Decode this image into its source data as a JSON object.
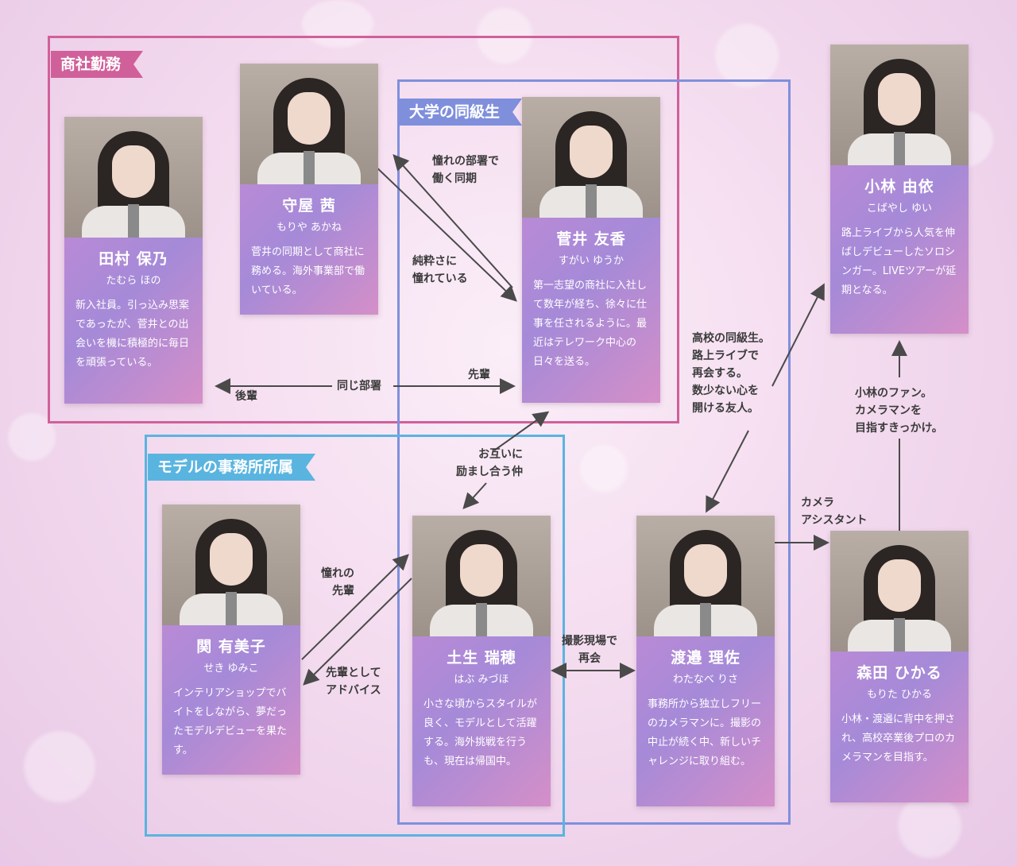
{
  "groups": {
    "shosha": {
      "label": "商社勤務",
      "color": "#d0609a"
    },
    "daigaku": {
      "label": "大学の同級生",
      "color": "#7f8fdc"
    },
    "model": {
      "label": "モデルの事務所所属",
      "color": "#5ab4e0"
    }
  },
  "people": {
    "tamura": {
      "name": "田村 保乃",
      "reading": "たむら ほの",
      "desc": "新入社員。引っ込み思案であったが、菅井との出会いを機に積極的に毎日を頑張っている。"
    },
    "moriya": {
      "name": "守屋 茜",
      "reading": "もりや あかね",
      "desc": "菅井の同期として商社に務める。海外事業部で働いている。"
    },
    "sugai": {
      "name": "菅井 友香",
      "reading": "すがい ゆうか",
      "desc": "第一志望の商社に入社して数年が経ち、徐々に仕事を任されるように。最近はテレワーク中心の日々を送る。"
    },
    "kobayashi": {
      "name": "小林 由依",
      "reading": "こばやし ゆい",
      "desc": "路上ライブから人気を伸ばしデビューしたソロシンガー。LIVEツアーが延期となる。"
    },
    "seki": {
      "name": "関 有美子",
      "reading": "せき ゆみこ",
      "desc": "インテリアショップでバイトをしながら、夢だったモデルデビューを果たす。"
    },
    "habu": {
      "name": "土生 瑞穂",
      "reading": "はぶ みづほ",
      "desc": "小さな頃からスタイルが良く、モデルとして活躍する。海外挑戦を行うも、現在は帰国中。"
    },
    "watanabe": {
      "name": "渡邉 理佐",
      "reading": "わたなべ りさ",
      "desc": "事務所から独立しフリーのカメラマンに。撮影の中止が続く中、新しいチャレンジに取り組む。"
    },
    "morita": {
      "name": "森田 ひかる",
      "reading": "もりた ひかる",
      "desc": "小林・渡邉に背中を押され、高校卒業後プロのカメラマンを目指す。"
    }
  },
  "relations": {
    "akogare_busho": "憧れの部署で\n働く同期",
    "junsui": "純粋さに\n憧れている",
    "onaji_busho": "同じ部署",
    "kohai": "後輩",
    "senpai": "先輩",
    "otagai": "お互いに\n励まし合う仲",
    "koko": "高校の同級生。\n路上ライブで\n再会する。\n数少ない心を\n開ける友人。",
    "kobayashi_fan": "小林のファン。\nカメラマンを\n目指すきっかけ。",
    "camera_assistant": "カメラ\nアシスタント",
    "akogare_senpai": "憧れの\n先輩",
    "senpai_advice": "先輩として\nアドバイス",
    "satsuei": "撮影現場で\n再会"
  }
}
